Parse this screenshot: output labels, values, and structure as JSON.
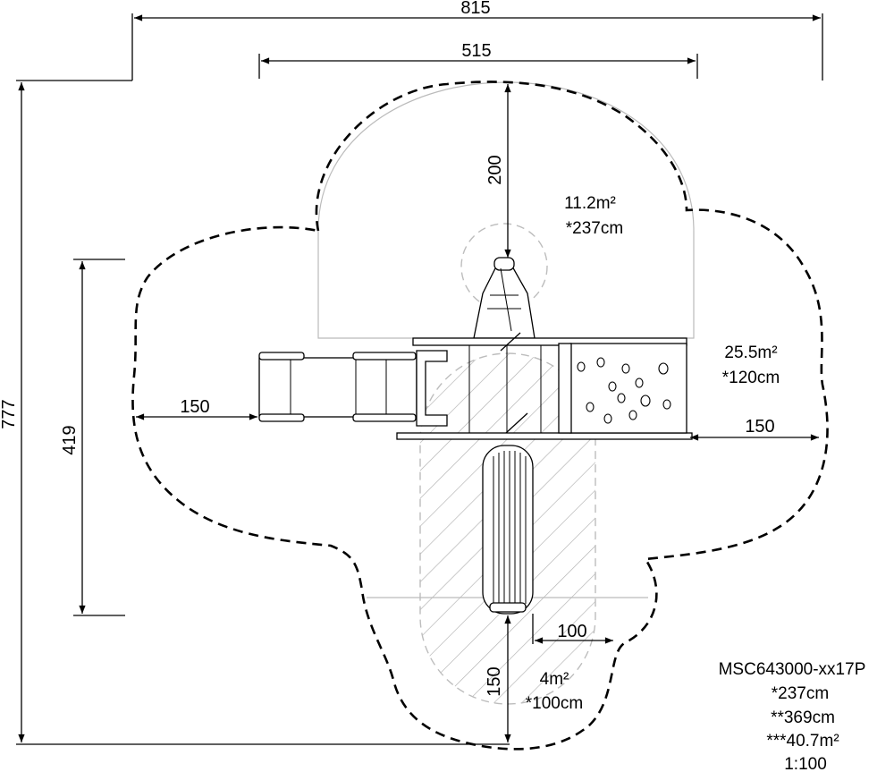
{
  "dimensions": {
    "overall_width": "815",
    "platform_width": "515",
    "overall_height": "777",
    "structure_height": "419",
    "top_zone": "200",
    "left_zone": "150",
    "right_zone": "150",
    "slide_zone": "100",
    "bottom_zone": "150"
  },
  "areas": {
    "top": {
      "size": "11.2m²",
      "height": "*237cm"
    },
    "right": {
      "size": "25.5m²",
      "height": "*120cm"
    },
    "bottom": {
      "size": "4m²",
      "height": "*100cm"
    }
  },
  "info": {
    "model": "MSC643000-xx17P",
    "height": "*237cm",
    "length": "**369cm",
    "area": "***40.7m²",
    "scale": "1:100"
  }
}
